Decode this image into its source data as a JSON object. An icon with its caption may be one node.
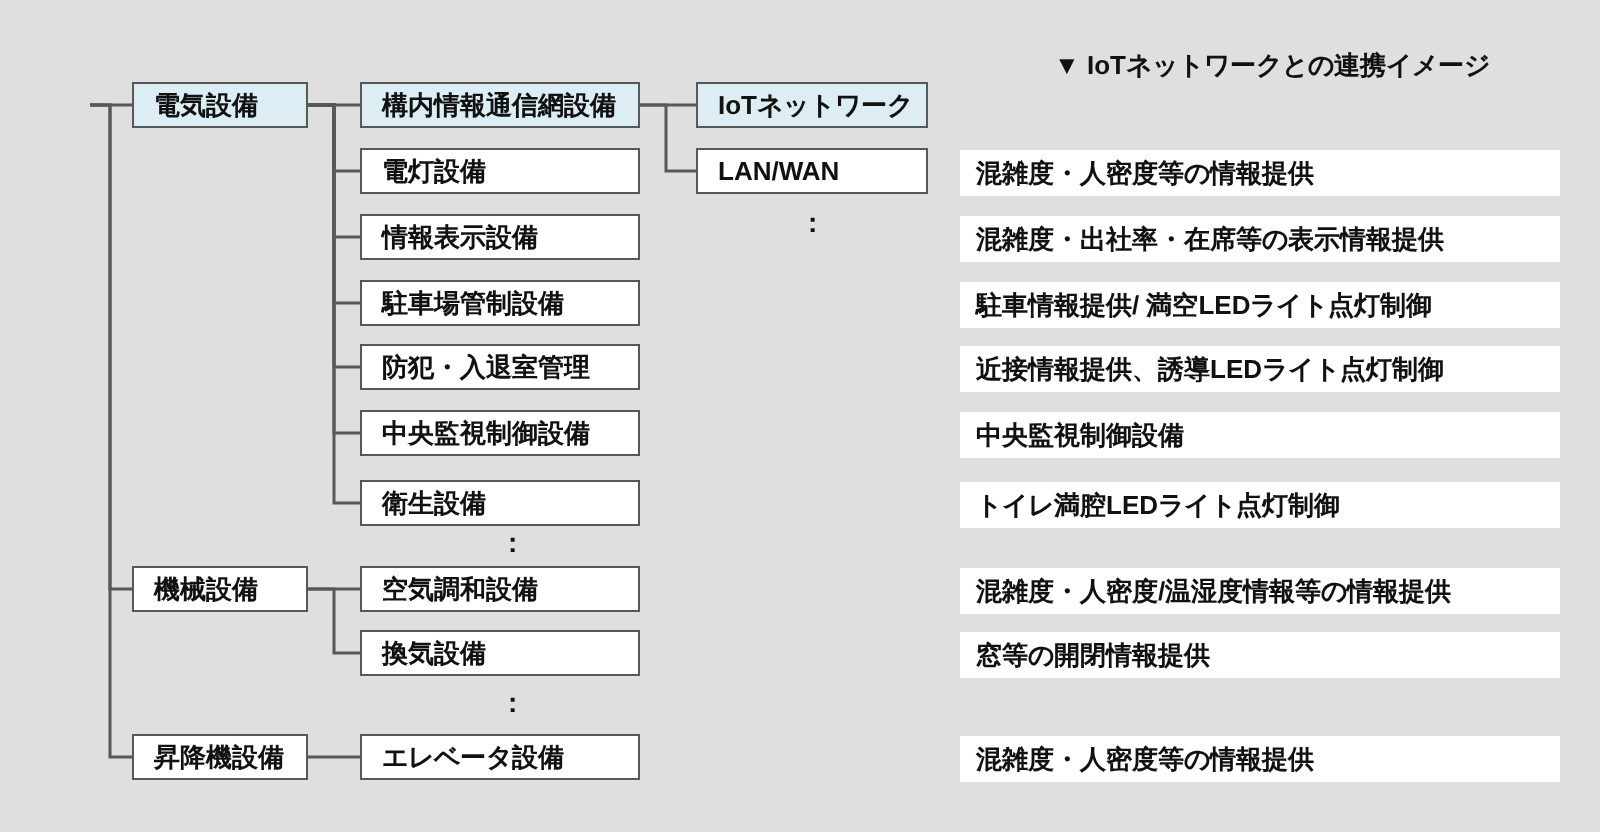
{
  "diagram": {
    "title": "▼ IoTネットワークとの連携イメージ",
    "nodes": [
      {
        "text": [
          "電気設備"
        ]
      },
      {
        "text": [
          "構内情報通信網設備"
        ]
      },
      {
        "text": [
          "IoTネットワーク"
        ]
      },
      {
        "text": [
          "電灯設備"
        ]
      },
      {
        "text": [
          "LAN/WAN"
        ]
      },
      {
        "text": [
          "混雑度・人密度等の情報提供"
        ]
      },
      {
        "text": [
          "情報表示設備"
        ]
      },
      {
        "text": [
          "混雑度・出社率・在席等の表示情報提供"
        ]
      },
      {
        "text": [
          "駐車場管制設備"
        ]
      },
      {
        "text": [
          "駐車情報提供/ 満空LEDライト点灯制御"
        ]
      },
      {
        "text": [
          "防犯・入退室管理"
        ]
      },
      {
        "text": [
          "近接情報提供、誘導LEDライト点灯制御"
        ]
      },
      {
        "text": [
          "中央監視制御設備"
        ]
      },
      {
        "text": [
          "中央監視制御設備"
        ]
      },
      {
        "text": [
          "衛生設備"
        ]
      },
      {
        "text": [
          "トイレ満腔LEDライト点灯制御"
        ]
      },
      {
        "text": [
          "機械設備"
        ]
      },
      {
        "text": [
          "空気調和設備"
        ]
      },
      {
        "text": [
          "混雑度・人密度/温湿度情報等の情報提供"
        ]
      },
      {
        "text": [
          "換気設備"
        ]
      },
      {
        "text": [
          "窓等の開閉情報提供"
        ]
      },
      {
        "text": [
          "昇降機設備"
        ]
      },
      {
        "text": [
          "エレベータ設備"
        ]
      },
      {
        "text": [
          "混雑度・人密度等の情報提供"
        ]
      }
    ],
    "edges": [
      {
        "from": null,
        "to": 0,
        "arrow": "none"
      },
      {
        "from": null,
        "to": 16,
        "arrow": "none"
      },
      {
        "from": null,
        "to": 21,
        "arrow": "none"
      },
      {
        "from": 0,
        "to": 1,
        "arrow": "none"
      },
      {
        "from": 0,
        "to": 3,
        "arrow": "none"
      },
      {
        "from": 0,
        "to": 6,
        "arrow": "none"
      },
      {
        "from": 0,
        "to": 8,
        "arrow": "none"
      },
      {
        "from": 0,
        "to": 10,
        "arrow": "none"
      },
      {
        "from": 0,
        "to": 12,
        "arrow": "none"
      },
      {
        "from": 0,
        "to": 14,
        "arrow": "none"
      },
      {
        "from": 1,
        "to": 2,
        "arrow": "none"
      },
      {
        "from": 1,
        "to": 4,
        "arrow": "none"
      },
      {
        "from": 16,
        "to": 17,
        "arrow": "none"
      },
      {
        "from": 16,
        "to": 19,
        "arrow": "none"
      },
      {
        "from": 21,
        "to": 22,
        "arrow": "none"
      }
    ],
    "labels": [
      ":",
      ":",
      ":"
    ]
  }
}
